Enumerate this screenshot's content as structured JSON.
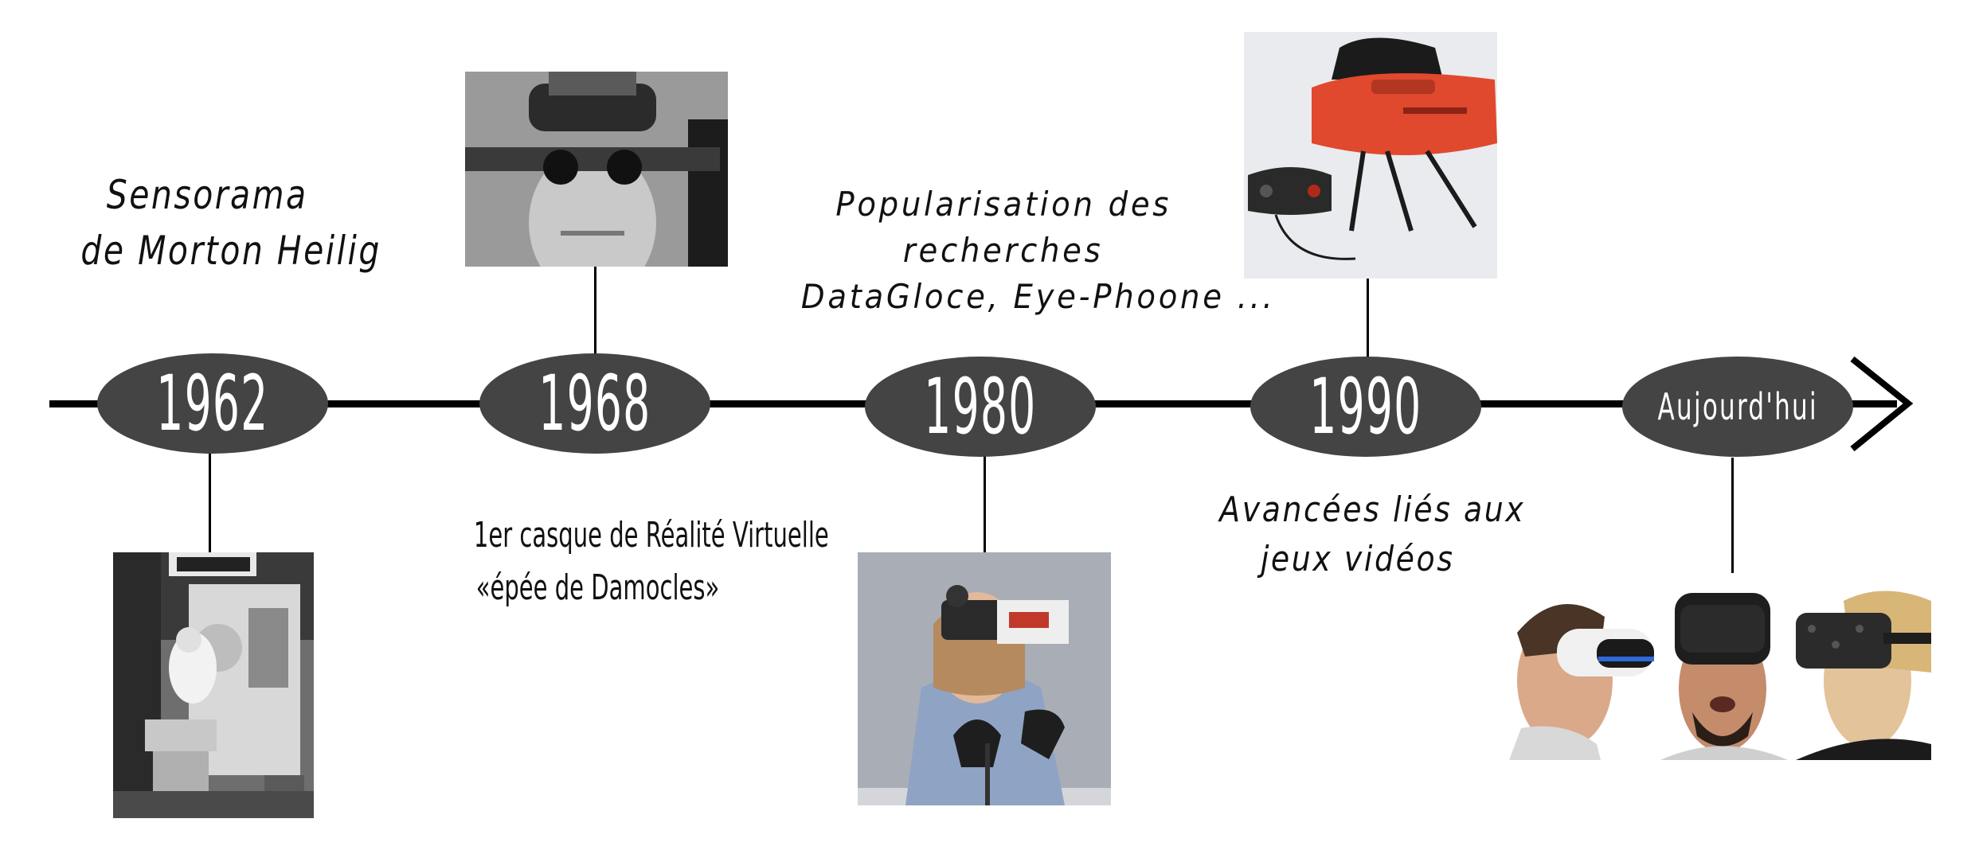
{
  "timeline": {
    "colors": {
      "ellipse": "#444444",
      "line": "#000000",
      "label": "#ffffff",
      "text": "#111111"
    },
    "events": [
      {
        "year": "1962",
        "caption_lines": [
          "Sensorama",
          "de Morton Heilig"
        ],
        "image_icon": "sensorama-booth-photo"
      },
      {
        "year": "1968",
        "caption_lines": [
          "1er casque de Réalité Virtuelle",
          "«épée de Damocles»"
        ],
        "image_icon": "damocles-headset-photo"
      },
      {
        "year": "1980",
        "caption_lines": [
          "Popularisation des",
          "recherches",
          "DataGloce, Eye-Phoone ..."
        ],
        "image_icon": "nasa-vr-headset-photo"
      },
      {
        "year": "1990",
        "caption_lines": [
          "Avancées liés aux",
          "jeux vidéos"
        ],
        "image_icon": "virtual-boy-console-photo"
      },
      {
        "year": "Aujourd'hui",
        "caption_lines": [],
        "image_icon": "modern-vr-headsets-photo"
      }
    ]
  }
}
